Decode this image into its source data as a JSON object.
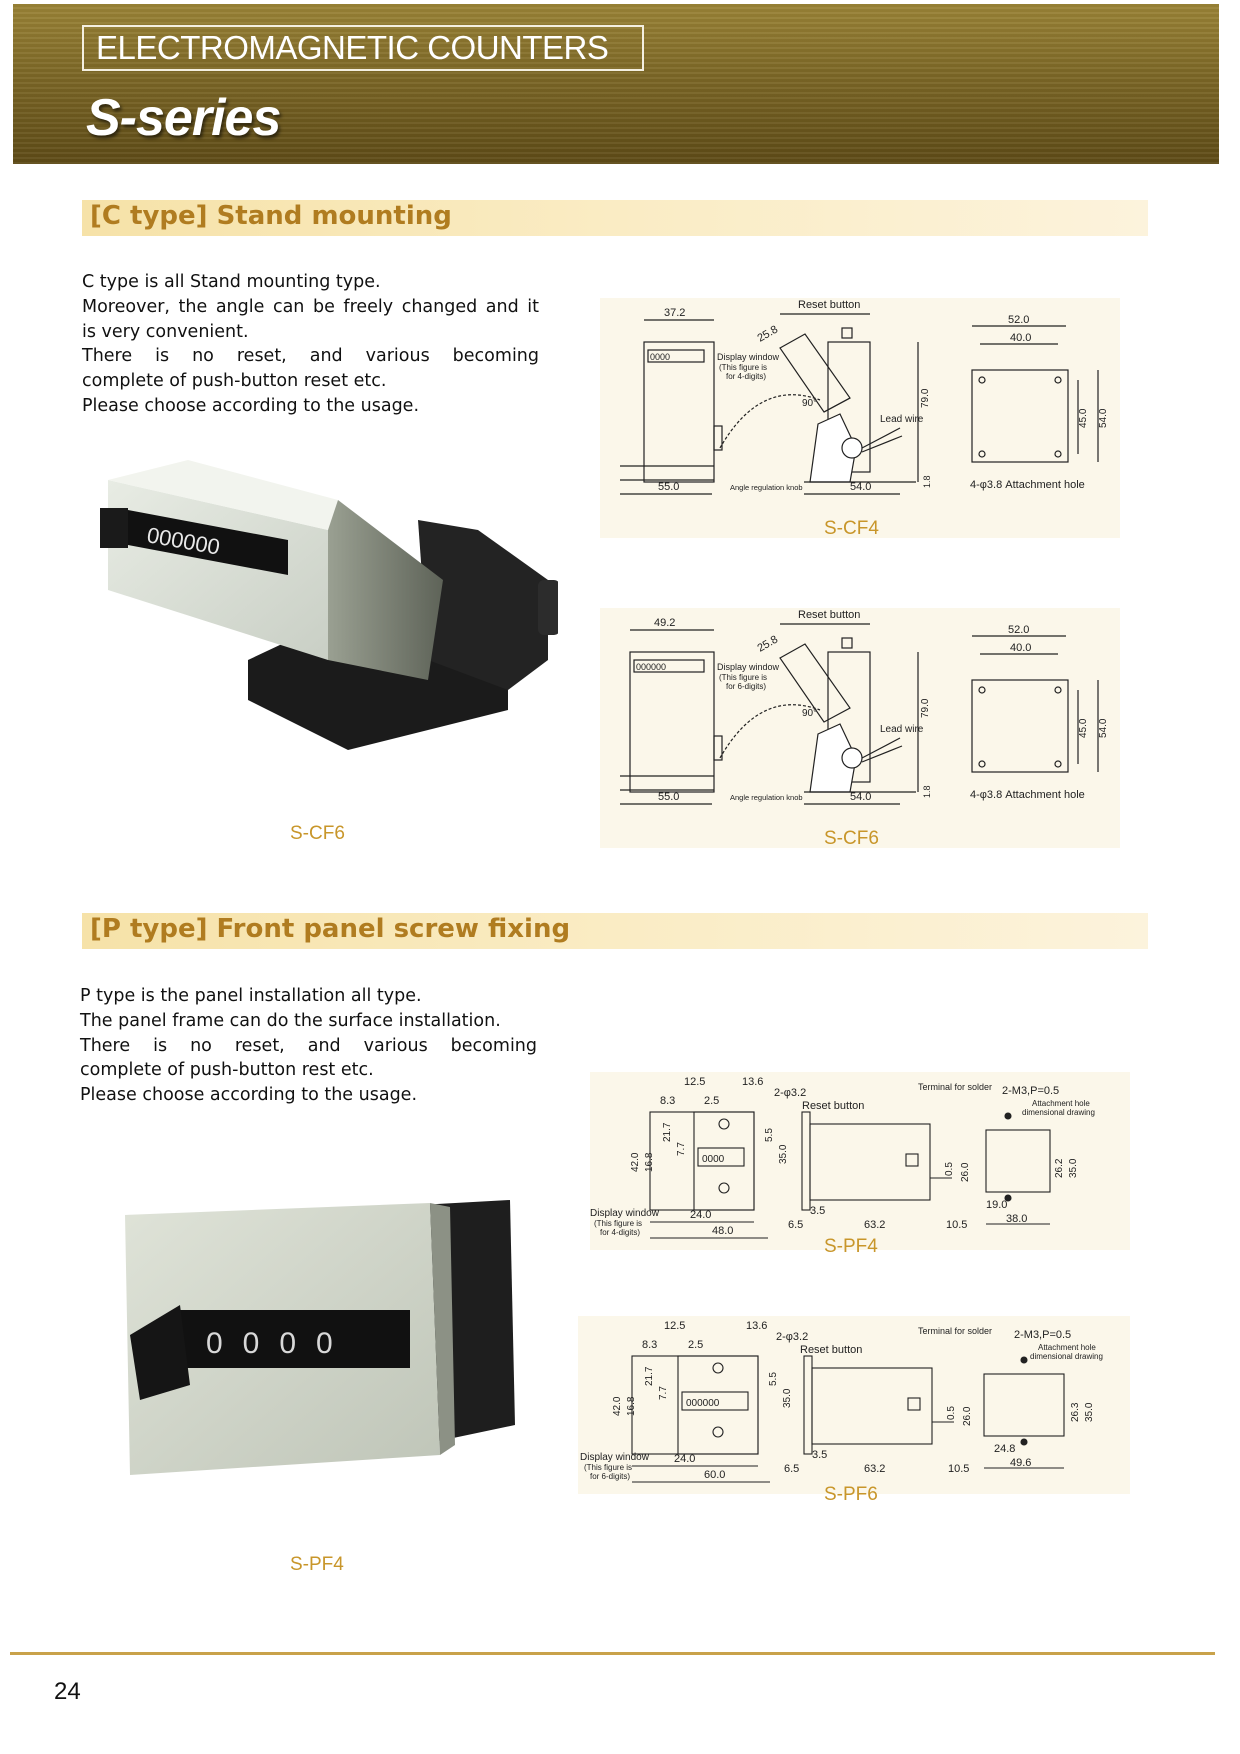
{
  "header": {
    "title": "ELECTROMAGNETIC COUNTERS",
    "series": "S-series"
  },
  "section_c": {
    "heading": "[C type]  Stand mounting",
    "paragraph": [
      "C type is all Stand mounting type.",
      "Moreover, the angle can be freely changed and it",
      "is very convenient.",
      "There is no reset, and various becoming",
      "complete of push-button reset etc.",
      "Please choose according to the usage."
    ],
    "photo_caption": "S-CF6",
    "drawings": [
      {
        "caption": "S-CF4",
        "display_digits": "0000",
        "labels": {
          "width": "37.2",
          "angle_dim": "25.8",
          "reset": "Reset button",
          "display": "Display window",
          "note1": "(This figure is",
          "note2": "for 4-digits)",
          "angle": "90°",
          "lead": "Lead wire",
          "height": "79.0",
          "base": "55.0",
          "knob": "Angle regulation knob",
          "depth": "54.0",
          "thick": "1.8",
          "w52": "52.0",
          "w40": "40.0",
          "h45": "45.0",
          "h54": "54.0",
          "hole": "4-φ3.8 Attachment hole"
        }
      },
      {
        "caption": "S-CF6",
        "display_digits": "000000",
        "labels": {
          "width": "49.2",
          "angle_dim": "25.8",
          "reset": "Reset button",
          "display": "Display window",
          "note1": "(This figure is",
          "note2": "for 6-digits)",
          "angle": "90°",
          "lead": "Lead wire",
          "height": "79.0",
          "base": "55.0",
          "knob": "Angle regulation knob",
          "depth": "54.0",
          "thick": "1.8",
          "w52": "52.0",
          "w40": "40.0",
          "h45": "45.0",
          "h54": "54.0",
          "hole": "4-φ3.8 Attachment hole"
        }
      }
    ]
  },
  "section_p": {
    "heading": "[P type]  Front panel screw fixing",
    "paragraph": [
      "P type is the panel installation all type.",
      "The panel frame can do the surface installation.",
      "There is no reset, and various becoming",
      "complete of push-button rest etc.",
      "Please choose according to the usage."
    ],
    "photo_caption": "S-PF4",
    "drawings": [
      {
        "caption": "S-PF4",
        "display_digits": "0000",
        "labels": {
          "d125": "12.5",
          "d136": "13.6",
          "d83": "8.3",
          "d25": "2.5",
          "hole": "2-φ3.2",
          "reset": "Reset button",
          "terminal": "Terminal for solder",
          "screw": "2-M3,P=0.5",
          "attach1": "Attachment hole",
          "attach2": "dimensional drawing",
          "h42": "42.0",
          "h168": "16.8",
          "h217": "21.7",
          "h77": "7.7",
          "h55": "5.5",
          "h35": "35.0",
          "d240": "24.0",
          "wide": "48.0",
          "d65": "6.5",
          "d35b": "3.5",
          "d632": "63.2",
          "d105": "10.5",
          "d05": "0.5",
          "d260": "26.0",
          "hole_w": "19.0",
          "hole_w2": "38.0",
          "hole_h": "26.2",
          "hole_h2": "35.0",
          "display": "Display window",
          "note1": "(This figure is",
          "note2": "for 4-digits)"
        }
      },
      {
        "caption": "S-PF6",
        "display_digits": "000000",
        "labels": {
          "d125": "12.5",
          "d136": "13.6",
          "d83": "8.3",
          "d25": "2.5",
          "hole": "2-φ3.2",
          "reset": "Reset button",
          "terminal": "Terminal for solder",
          "screw": "2-M3,P=0.5",
          "attach1": "Attachment hole",
          "attach2": "dimensional drawing",
          "h42": "42.0",
          "h168": "16.8",
          "h217": "21.7",
          "h77": "7.7",
          "h55": "5.5",
          "h35": "35.0",
          "d240": "24.0",
          "wide": "60.0",
          "d65": "6.5",
          "d35b": "3.5",
          "d632": "63.2",
          "d105": "10.5",
          "d05": "0.5",
          "d260": "26.0",
          "hole_w": "24.8",
          "hole_w2": "49.6",
          "hole_h": "26.3",
          "hole_h2": "35.0",
          "display": "Display window",
          "note1": "(This figure is",
          "note2": "for 6-digits)"
        }
      }
    ]
  },
  "photos": {
    "cf6_digits": "000000",
    "pf4_digits": "0000"
  },
  "page_number": "24",
  "colors": {
    "header": "#7c6726",
    "band": "#f8e6b2",
    "heading_text": "#b07c20",
    "caption": "#c8962a",
    "footer_line": "#c9a24a"
  }
}
